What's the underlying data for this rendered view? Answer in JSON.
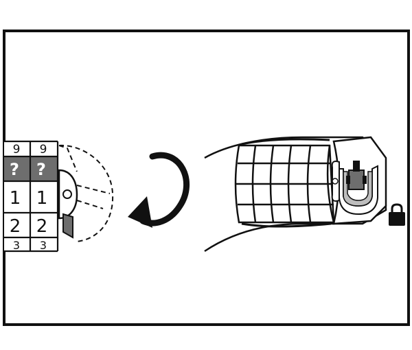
{
  "colors": {
    "ink": "#111111",
    "paper": "#ffffff",
    "shade": "#6e6e6e",
    "light_shade": "#bdbdbd"
  },
  "icons": [
    "counterclockwise-rotate-arrow-icon",
    "padlock-icon"
  ],
  "combination_wheels": {
    "rows": [
      [
        "9",
        "9"
      ],
      [
        "?",
        "?"
      ],
      [
        "1",
        "1"
      ],
      [
        "2",
        "2"
      ],
      [
        "3",
        "3"
      ]
    ]
  }
}
